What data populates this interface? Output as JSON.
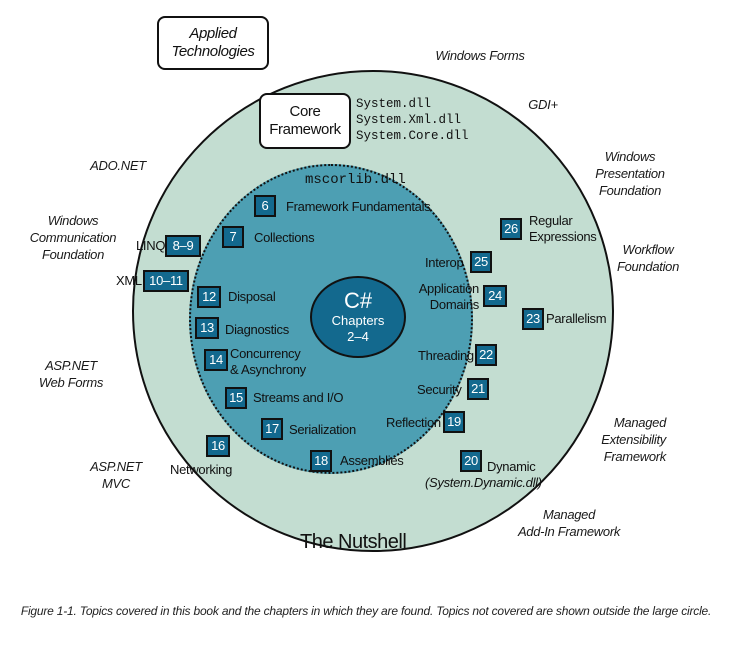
{
  "legend_boxes": {
    "applied": [
      "Applied",
      "Technologies"
    ],
    "core": [
      "Core",
      "Framework"
    ]
  },
  "core_assemblies": [
    "System.dll",
    "System.Xml.dll",
    "System.Core.dll"
  ],
  "mscorlib_label": "mscorlib.dll",
  "center": {
    "title": "C#",
    "line1": "Chapters",
    "line2": "2–4"
  },
  "outer_ring_label": "The Nutshell",
  "applied_technologies": [
    {
      "id": "windows-forms",
      "lines": [
        "Windows Forms"
      ]
    },
    {
      "id": "gdi-plus",
      "lines": [
        "GDI+"
      ]
    },
    {
      "id": "wpf",
      "lines": [
        "Windows",
        "Presentation",
        "Foundation"
      ]
    },
    {
      "id": "workflow-foundation",
      "lines": [
        "Workflow",
        "Foundation"
      ]
    },
    {
      "id": "mef",
      "lines": [
        "Managed",
        "Extensibility",
        "Framework"
      ]
    },
    {
      "id": "maf",
      "lines": [
        "Managed",
        "Add-In Framework"
      ]
    },
    {
      "id": "ado-net",
      "lines": [
        "ADO.NET"
      ]
    },
    {
      "id": "wcf",
      "lines": [
        "Windows",
        "Communication",
        "Foundation"
      ]
    },
    {
      "id": "asp-net-web-forms",
      "lines": [
        "ASP.NET",
        "Web Forms"
      ]
    },
    {
      "id": "asp-net-mvc",
      "lines": [
        "ASP.NET",
        "MVC"
      ]
    }
  ],
  "core_topics": [
    {
      "id": "linq",
      "chapter": "8–9",
      "lines": [
        "LINQ"
      ]
    },
    {
      "id": "xml",
      "chapter": "10–11",
      "lines": [
        "XML"
      ]
    },
    {
      "id": "networking",
      "chapter": "16",
      "lines": [
        "Networking"
      ]
    },
    {
      "id": "regex",
      "chapter": "26",
      "lines": [
        "Regular",
        "Expressions"
      ]
    },
    {
      "id": "parallelism",
      "chapter": "23",
      "lines": [
        "Parallelism"
      ]
    },
    {
      "id": "dynamic",
      "chapter": "20",
      "lines": [
        "Dynamic",
        "(System.Dynamic.dll)"
      ]
    }
  ],
  "mscorlib_topics": [
    {
      "id": "framework-fundamentals",
      "chapter": "6",
      "lines": [
        "Framework Fundamentals"
      ]
    },
    {
      "id": "collections",
      "chapter": "7",
      "lines": [
        "Collections"
      ]
    },
    {
      "id": "disposal",
      "chapter": "12",
      "lines": [
        "Disposal"
      ]
    },
    {
      "id": "diagnostics",
      "chapter": "13",
      "lines": [
        "Diagnostics"
      ]
    },
    {
      "id": "concurrency",
      "chapter": "14",
      "lines": [
        "Concurrency",
        "& Asynchrony"
      ]
    },
    {
      "id": "streams",
      "chapter": "15",
      "lines": [
        "Streams and I/O"
      ]
    },
    {
      "id": "serialization",
      "chapter": "17",
      "lines": [
        "Serialization"
      ]
    },
    {
      "id": "assemblies",
      "chapter": "18",
      "lines": [
        "Assemblies"
      ]
    },
    {
      "id": "reflection",
      "chapter": "19",
      "lines": [
        "Reflection"
      ]
    },
    {
      "id": "security",
      "chapter": "21",
      "lines": [
        "Security"
      ]
    },
    {
      "id": "threading",
      "chapter": "22",
      "lines": [
        "Threading"
      ]
    },
    {
      "id": "app-domains",
      "chapter": "24",
      "lines": [
        "Application",
        "Domains"
      ]
    },
    {
      "id": "interop",
      "chapter": "25",
      "lines": [
        "Interop"
      ]
    }
  ],
  "caption": "Figure 1-1. Topics covered in this book and the chapters in which they are found. Topics not covered are shown outside the large circle."
}
